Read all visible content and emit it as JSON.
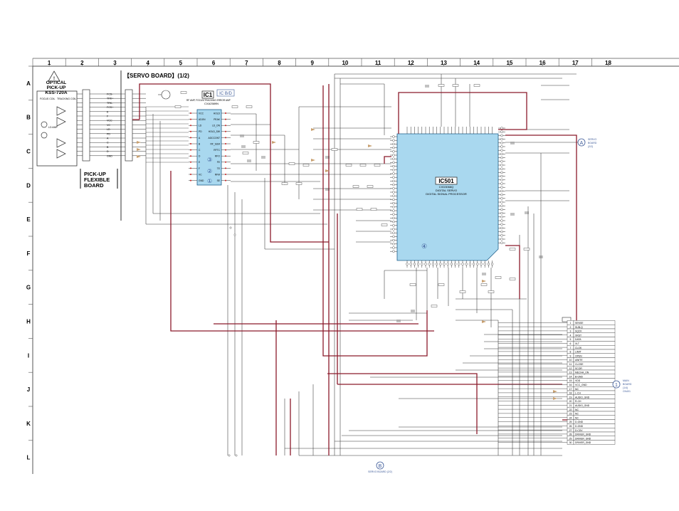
{
  "sheet": {
    "title": "【SERVO BOARD】(1/2)",
    "columns": [
      "1",
      "2",
      "3",
      "4",
      "5",
      "6",
      "7",
      "8",
      "9",
      "10",
      "11",
      "12",
      "13",
      "14",
      "15",
      "16",
      "17",
      "18"
    ],
    "rows": [
      "A",
      "B",
      "C",
      "D",
      "E",
      "F",
      "G",
      "H",
      "I",
      "J",
      "K",
      "L"
    ]
  },
  "pickup": {
    "title_lines": [
      "OPTICAL",
      "PICK-UP",
      "KSS-720A"
    ],
    "focus_coil": "FOCUS COIL",
    "tracking_coil": "TRACKING COIL",
    "ld_amp": "LD AMP",
    "pins": [
      "FCS-",
      "TRK+",
      "TRK-",
      "FCS+",
      "E",
      "F",
      "VCC",
      "VC",
      "LD",
      "PD",
      "A",
      "C",
      "B",
      "D",
      "GND"
    ],
    "flexible_board": [
      "PICK-UP",
      "FLEXIBLE",
      "BOARD"
    ]
  },
  "ic1": {
    "ref": "IC1",
    "sub": "IC B/D",
    "part": "CXA2589N",
    "desc": "RF AMP, FOCUS/TRACKING ERROR AMP",
    "left_pins": [
      "VCC",
      "ADJIN",
      "LD",
      "PD",
      "A",
      "B",
      "C",
      "D",
      "E",
      "F",
      "VC",
      "GND"
    ],
    "right_pins": [
      "HOLD",
      "PEAK",
      "LD_ON",
      "HOLD_SW",
      "AGCCONT",
      "RF_SUM",
      "RFTC",
      "RFO",
      "FE",
      "TE",
      "RFM",
      "SE"
    ],
    "markers": [
      "③",
      "②",
      "①"
    ]
  },
  "ic501": {
    "ref": "IC501",
    "lines": [
      "CXD3068Q",
      "DIGITAL SERVO",
      "DIGITAL SIGNAL PROCESSOR"
    ],
    "marker": "④"
  },
  "connector": {
    "rows": [
      {
        "n": "1",
        "sig": "SENSE"
      },
      {
        "n": "2",
        "sig": "SUB-Q"
      },
      {
        "n": "3",
        "sig": "SQCK"
      },
      {
        "n": "4",
        "sig": "XRST"
      },
      {
        "n": "5",
        "sig": "DATA"
      },
      {
        "n": "6",
        "sig": "XLT"
      },
      {
        "n": "7",
        "sig": "CLOK"
      },
      {
        "n": "8",
        "sig": "LIMIT"
      },
      {
        "n": "9",
        "sig": "OPEN"
      },
      {
        "n": "10",
        "sig": "AWITE"
      },
      {
        "n": "11",
        "sig": "CLOSE"
      },
      {
        "n": "12",
        "sig": "SCOR"
      },
      {
        "n": "13",
        "sig": "MECHA_ON"
      },
      {
        "n": "14",
        "sig": "B-GND"
      },
      {
        "n": "15",
        "sig": "VDD"
      },
      {
        "n": "16",
        "sig": "VCC_GND"
      },
      {
        "n": "17",
        "sig": "NC"
      },
      {
        "n": "18",
        "sig": "L-CH"
      },
      {
        "n": "19",
        "sig": "AUDIO_GND"
      },
      {
        "n": "20",
        "sig": "R-CH"
      },
      {
        "n": "21",
        "sig": "AUDIO_GND"
      },
      {
        "n": "22",
        "sig": "NC"
      },
      {
        "n": "23",
        "sig": "NC"
      },
      {
        "n": "24",
        "sig": "NC"
      },
      {
        "n": "25",
        "sig": "D-GND"
      },
      {
        "n": "26",
        "sig": "D-GND"
      },
      {
        "n": "27",
        "sig": "D.CDV"
      },
      {
        "n": "28",
        "sig": "DRIVER_GND"
      },
      {
        "n": "29",
        "sig": "DRIVER_GND"
      },
      {
        "n": "30",
        "sig": "DRIVER_GND"
      }
    ]
  },
  "offpage": {
    "a_circle": "A",
    "a_lines": [
      "SERVO",
      "BOARD",
      "(2/2)"
    ],
    "one_circle": "1",
    "one_lines": [
      "MAIN",
      "BOARD",
      "(1/4)",
      "CN401"
    ],
    "b_circle": "B",
    "b_text": "SERVO BOARD (2/2)"
  },
  "colors": {
    "wire": "#333333",
    "hot_wire": "#8b1a2b",
    "ic_fill": "#a9d8ef",
    "ic_stroke": "#1f5f8b",
    "pin_mark": "#cc2020",
    "grid": "#555555",
    "arrow": "#c8a070",
    "accent_text": "#3d5a99"
  }
}
